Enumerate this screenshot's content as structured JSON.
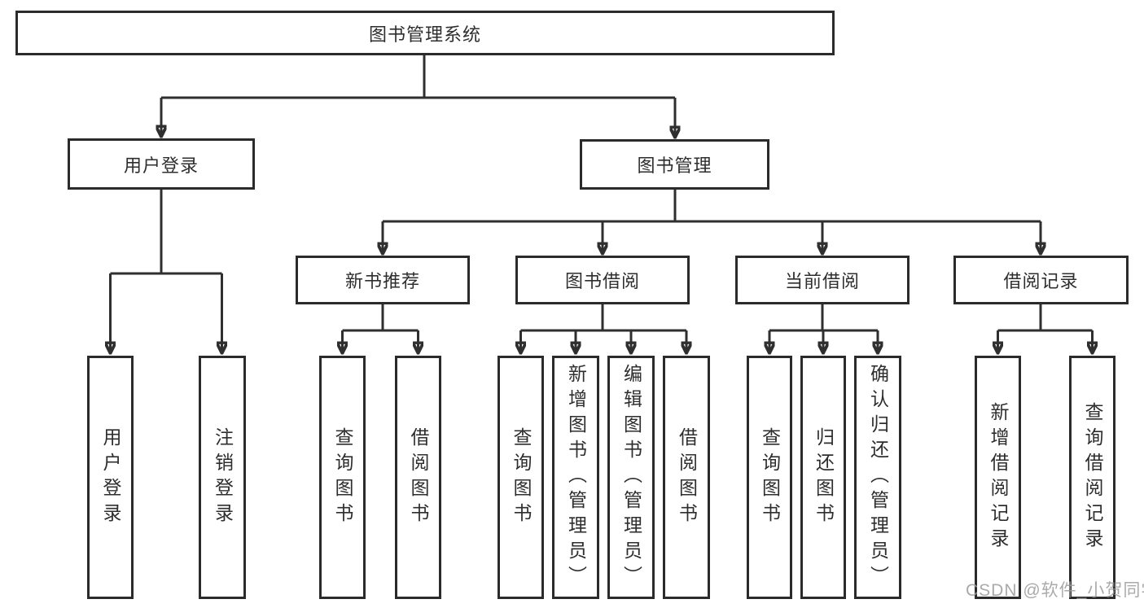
{
  "tree": {
    "root": {
      "label": "图书管理系统",
      "children": [
        {
          "label": "用户登录",
          "children": [
            {
              "label": "用户登录"
            },
            {
              "label": "注销登录"
            }
          ]
        },
        {
          "label": "图书管理",
          "children": [
            {
              "label": "新书推荐",
              "children": [
                {
                  "label": "查询图书"
                },
                {
                  "label": "借阅图书"
                }
              ]
            },
            {
              "label": "图书借阅",
              "children": [
                {
                  "label": "查询图书"
                },
                {
                  "label": "新增图书（管理员）"
                },
                {
                  "label": "编辑图书（管理员）"
                },
                {
                  "label": "借阅图书"
                }
              ]
            },
            {
              "label": "当前借阅",
              "children": [
                {
                  "label": "查询图书"
                },
                {
                  "label": "归还图书"
                },
                {
                  "label": "确认归还（管理员）"
                }
              ]
            },
            {
              "label": "借阅记录",
              "children": [
                {
                  "label": "新增借阅记录"
                },
                {
                  "label": "查询借阅记录"
                }
              ]
            }
          ]
        }
      ]
    }
  },
  "watermark": {
    "text": "CSDN @软件_小贺同学"
  },
  "colors": {
    "line": "#2f2f2f",
    "box_border": "#2b2b2b",
    "text": "#2e2e2e",
    "background": "#ffffff",
    "watermark": "#9e9e9e"
  }
}
